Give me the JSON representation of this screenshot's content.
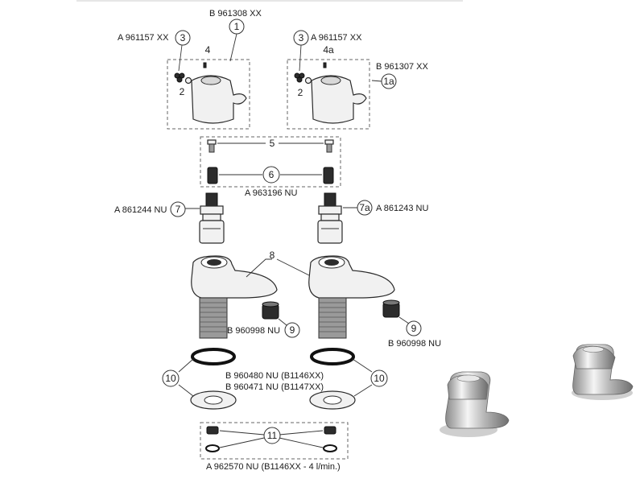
{
  "labels": {
    "handle_left_code": "B 961308 XX",
    "handle_right_code": "B 961307 XX",
    "screw_cap_code_left": "A 961157 XX",
    "screw_cap_code_right": "A 961157 XX",
    "indicator_left": "4",
    "indicator_right": "4a",
    "cartridge_set_code": "A 963196 NU",
    "cartridge_left_code": "A 861244 NU",
    "cartridge_right_code": "A 861243 NU",
    "aerator_left_code": "B 960998 NU",
    "aerator_right_code": "B 960998 NU",
    "gasket_code_1": "B 960480 NU (B1146XX)",
    "gasket_code_2": "B 960471 NU (B1147XX)",
    "flow_code": "A 962570 NU (B1146XX - 4 l/min.)"
  },
  "callouts": {
    "c1": "1",
    "c1a": "1a",
    "c2_left": "2",
    "c2_right": "2",
    "c3_left": "3",
    "c3_right": "3",
    "c5": "5",
    "c6": "6",
    "c7": "7",
    "c7a": "7a",
    "c8": "8",
    "c9_left": "9",
    "c9_right": "9",
    "c10_left": "10",
    "c10_right": "10",
    "c11": "11"
  },
  "colors": {
    "line": "#333333",
    "part_fill": "#f1f1f1",
    "chrome": "#c8c8c8",
    "dark": "#2c2c2c"
  }
}
